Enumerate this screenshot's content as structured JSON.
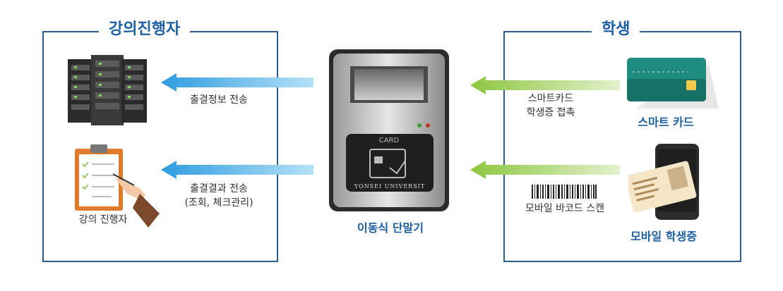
{
  "left_panel": {
    "title": "강의진행자",
    "send_info_label": "출결정보 전송",
    "send_result_label_1": "출결결과 전송",
    "send_result_label_2": "(조회, 체크관리)",
    "instructor_label": "강의 진행자"
  },
  "center": {
    "device_label": "이동식 단말기",
    "card_text": "CARD",
    "brand_text": "YONSEI UNIVERSIT"
  },
  "right_panel": {
    "title": "학생",
    "smart_access_label_1": "스마트카드",
    "smart_access_label_2": "학생증 접촉",
    "smart_card_label": "스마트 카드",
    "barcode_label": "모바일 바코드 스캔",
    "mobile_id_label": "모바일 학생증"
  },
  "colors": {
    "border": "#2d5f8e",
    "title": "#1d5fa4",
    "blue_arrow": "#35a7e6",
    "green_arrow": "#8cc63f"
  }
}
